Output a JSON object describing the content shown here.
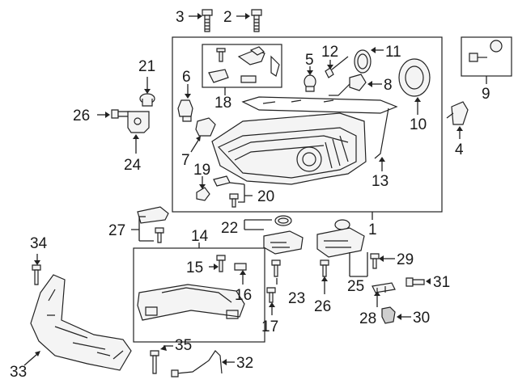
{
  "callouts": {
    "c1": "1",
    "c2": "2",
    "c3": "3",
    "c4": "4",
    "c5": "5",
    "c6": "6",
    "c7": "7",
    "c8": "8",
    "c9": "9",
    "c10": "10",
    "c11": "11",
    "c12": "12",
    "c13": "13",
    "c14": "14",
    "c15": "15",
    "c16": "16",
    "c17": "17",
    "c18": "18",
    "c19": "19",
    "c20": "20",
    "c21": "21",
    "c22": "22",
    "c23": "23",
    "c24": "24",
    "c25": "25",
    "c26a": "26",
    "c26b": "26",
    "c27": "27",
    "c28": "28",
    "c29": "29",
    "c30": "30",
    "c31": "31",
    "c32": "32",
    "c33": "33",
    "c34": "34",
    "c35": "35"
  },
  "colors": {
    "line": "#222222",
    "fill": "#f4f4f4",
    "shade": "#cfcfcf",
    "background": "#ffffff"
  }
}
